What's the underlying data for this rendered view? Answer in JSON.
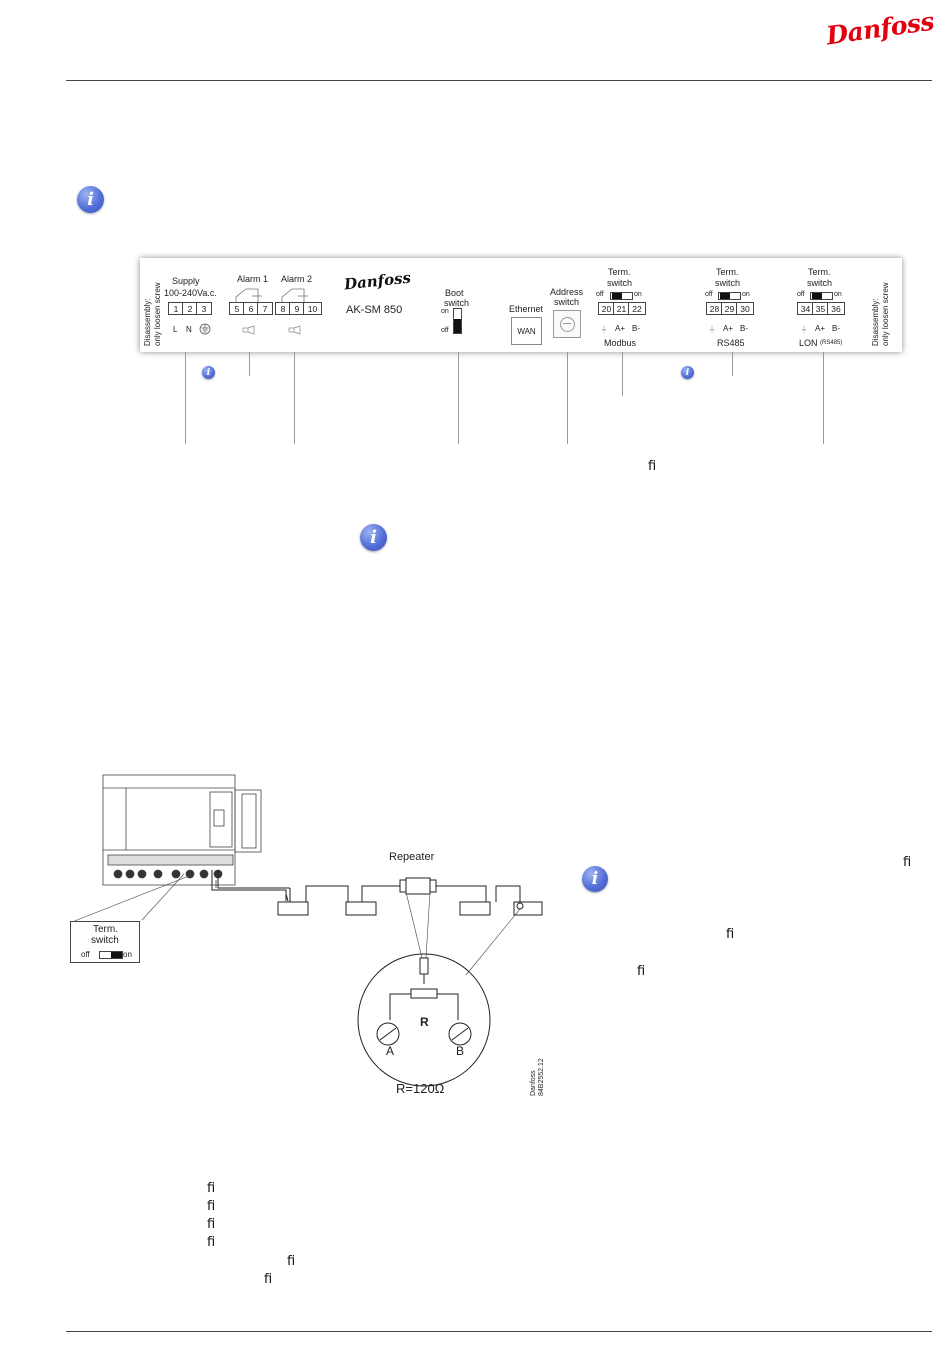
{
  "header": {
    "brand": "Danfoss",
    "brand_color": "#e2000f"
  },
  "panel": {
    "left_vertical": "Disassembly:\nonly loosen screw",
    "right_vertical": "Disassembly:\nonly loosen screw",
    "supply": {
      "title": "Supply",
      "spec": "100-240Va.c.",
      "terminals": [
        "1",
        "2",
        "3"
      ],
      "markers": [
        "L",
        "N"
      ],
      "ground": "earth-icon"
    },
    "alarm1": {
      "title": "Alarm 1",
      "terminals": [
        "5",
        "6",
        "7"
      ]
    },
    "alarm2": {
      "title": "Alarm 2",
      "terminals": [
        "8",
        "9",
        "10"
      ]
    },
    "brand": "Danfoss",
    "model": "AK-SM 850",
    "boot": {
      "title1": "Boot",
      "title2": "switch",
      "on": "on",
      "off": "off"
    },
    "ethernet": {
      "title": "Ethernet",
      "port": "WAN"
    },
    "address": {
      "title1": "Address",
      "title2": "switch"
    },
    "modbus": {
      "title1": "Term.",
      "title2": "switch",
      "off": "off",
      "on": "on",
      "terminals": [
        "20",
        "21",
        "22"
      ],
      "pins": [
        "A+",
        "B-"
      ],
      "label": "Modbus"
    },
    "rs485": {
      "title1": "Term.",
      "title2": "switch",
      "off": "off",
      "on": "on",
      "terminals": [
        "28",
        "29",
        "30"
      ],
      "pins": [
        "A+",
        "B-"
      ],
      "label": "RS485"
    },
    "lon": {
      "title1": "Term.",
      "title2": "switch",
      "off": "off",
      "on": "on",
      "terminals": [
        "34",
        "35",
        "36"
      ],
      "pins": [
        "A+",
        "B-"
      ],
      "label": "LON",
      "sublabel": "(RS485)"
    }
  },
  "page_glyphs": {
    "ligature": "ﬁ"
  },
  "network": {
    "term_switch": {
      "title1": "Term.",
      "title2": "switch",
      "off": "off",
      "on": "on"
    },
    "repeater": "Repeater",
    "resistor": "R",
    "terminal_a": "A",
    "terminal_b": "B",
    "resistance": "R=120Ω",
    "figure_code": "Danfoss\n84B2552.12"
  }
}
